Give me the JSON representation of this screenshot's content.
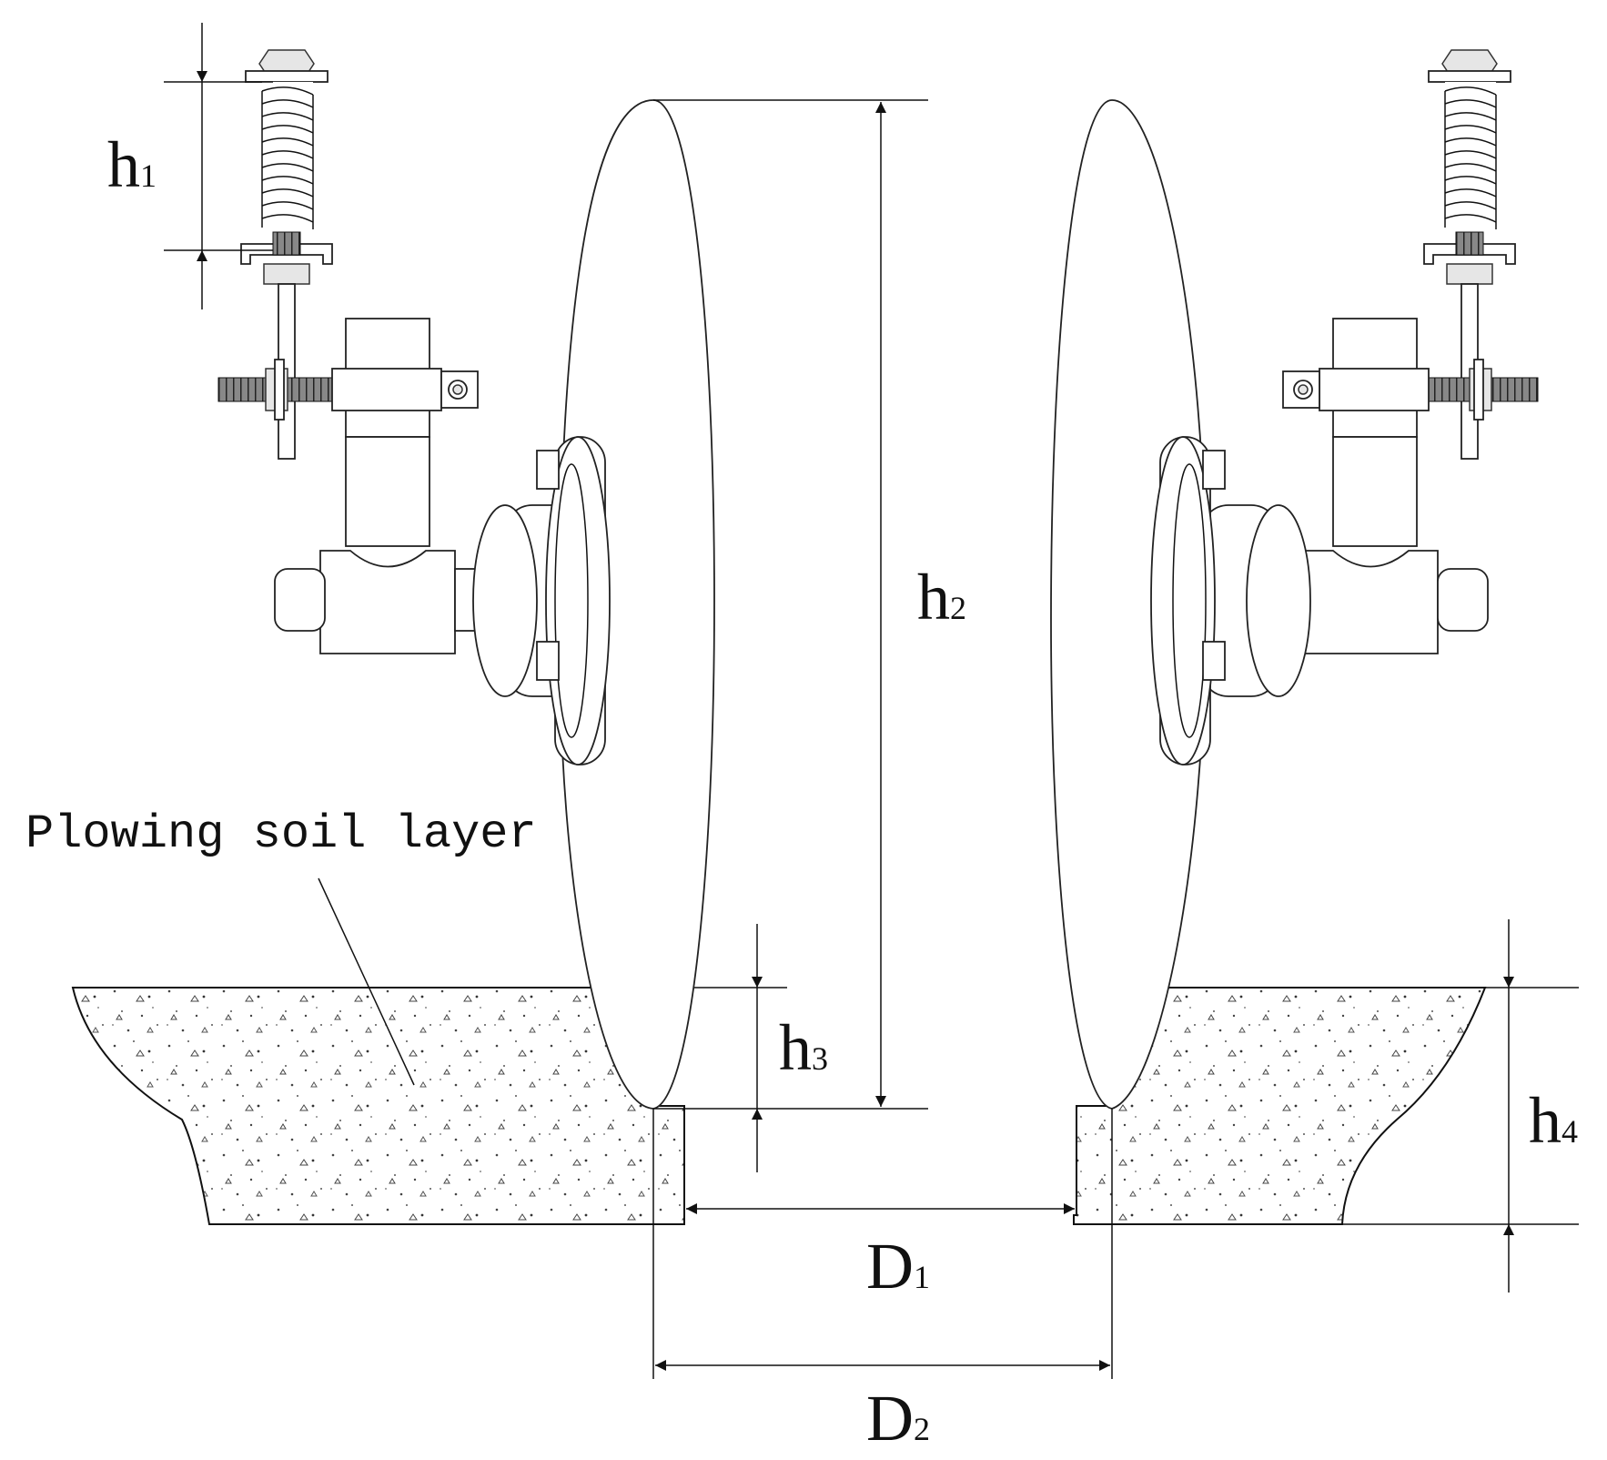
{
  "labels": {
    "plowing_soil_layer": "Plowing soil layer"
  },
  "dimensions": {
    "h1": {
      "main": "h",
      "sub": "1"
    },
    "h2": {
      "main": "h",
      "sub": "2"
    },
    "h3": {
      "main": "h",
      "sub": "3"
    },
    "h4": {
      "main": "h",
      "sub": "4"
    },
    "D1": {
      "main": "D",
      "sub": "1"
    },
    "D2": {
      "main": "D",
      "sub": "2"
    }
  }
}
